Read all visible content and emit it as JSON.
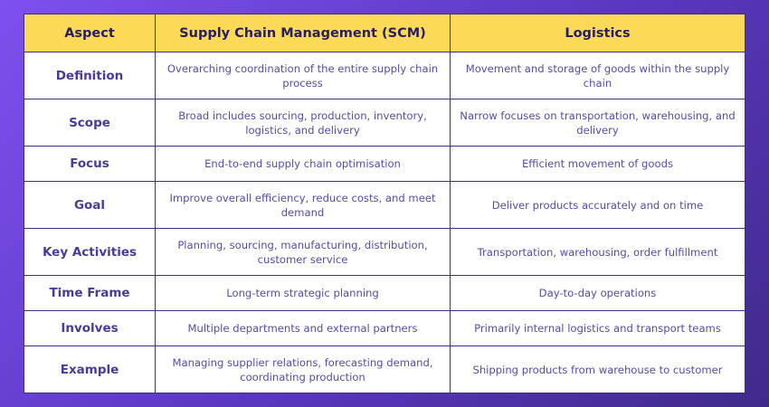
{
  "headers": [
    "Aspect",
    "Supply Chain Management (SCM)",
    "Logistics"
  ],
  "rows": [
    {
      "aspect": "Definition",
      "scm": "Overarching coordination of the entire supply chain process",
      "logistics": "Movement and storage of goods within the supply chain"
    },
    {
      "aspect": "Scope",
      "scm": "Broad includes sourcing, production, inventory, logistics, and delivery",
      "logistics": "Narrow focuses on transportation, warehousing, and delivery"
    },
    {
      "aspect": "Focus",
      "scm": "End-to-end supply chain optimisation",
      "logistics": "Efficient movement of goods"
    },
    {
      "aspect": "Goal",
      "scm": "Improve overall efficiency, reduce costs, and meet demand",
      "logistics": "Deliver products accurately and on time"
    },
    {
      "aspect": "Key Activities",
      "scm": "Planning, sourcing, manufacturing, distribution, customer service",
      "logistics": "Transportation, warehousing, order fulfillment"
    },
    {
      "aspect": "Time Frame",
      "scm": "Long-term strategic planning",
      "logistics": "Day-to-day operations"
    },
    {
      "aspect": "Involves",
      "scm": "Multiple departments and external partners",
      "logistics": "Primarily internal logistics and transport teams"
    },
    {
      "aspect": "Example",
      "scm": "Managing supplier relations, forecasting demand, coordinating production",
      "logistics": "Shipping products from warehouse to customer"
    }
  ]
}
